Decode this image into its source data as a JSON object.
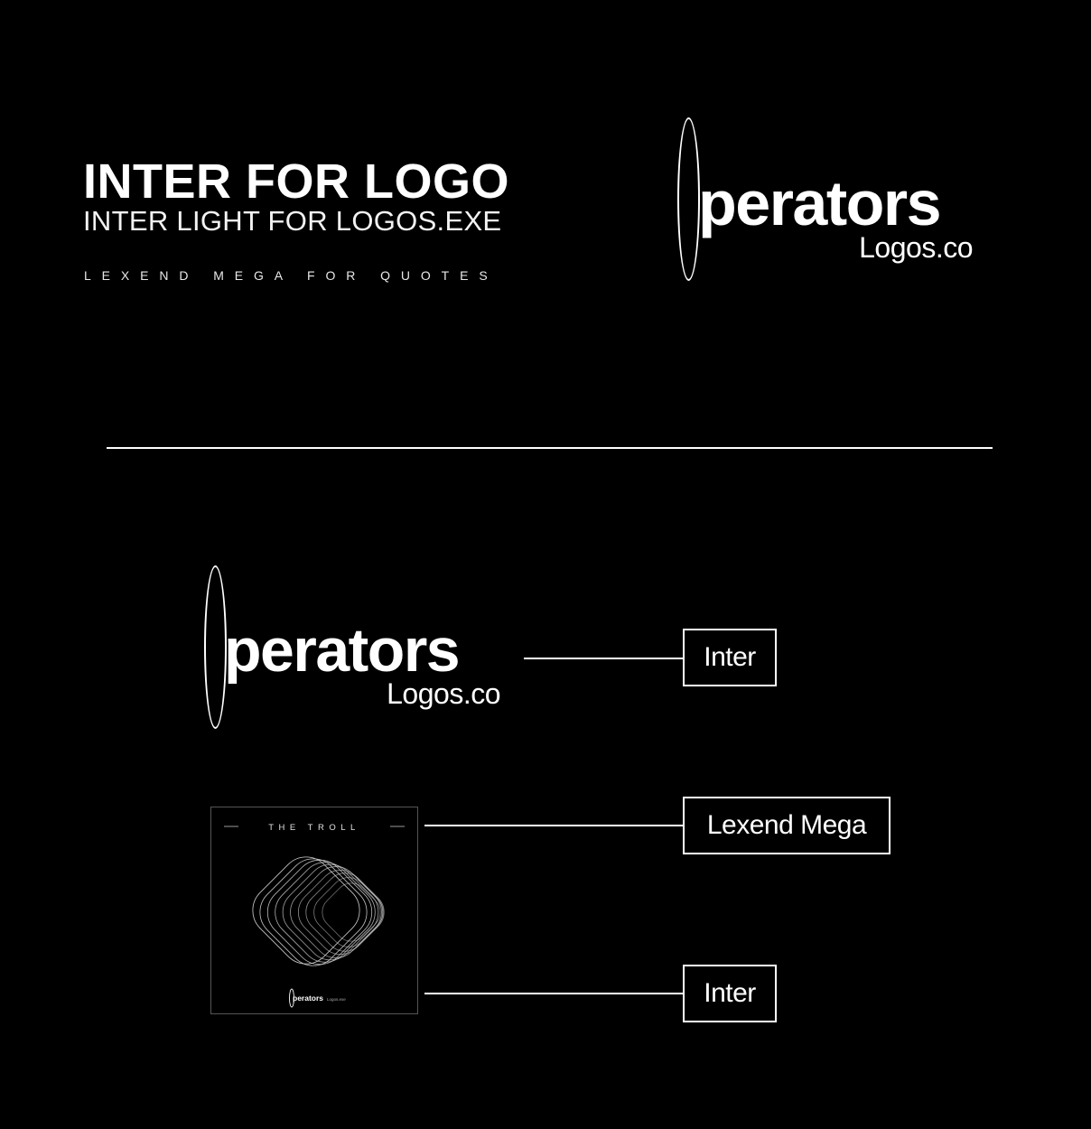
{
  "typography": {
    "primary_heading": "INTER FOR LOGO",
    "secondary_heading": "INTER LIGHT FOR LOGOS.EXE",
    "quote_sample": "LEXEND MEGA FOR QUOTES"
  },
  "logo": {
    "name": "Operators",
    "name_visible": "perators",
    "domain": "Logos.co"
  },
  "cover_art": {
    "title": "THE TROLL",
    "footer_brand": "Operators",
    "footer_brand_visible": "perators",
    "footer_domain": "Logos.exe"
  },
  "font_labels": {
    "logo_font": "Inter",
    "cover_title_font": "Lexend Mega",
    "cover_footer_font": "Inter"
  },
  "colors": {
    "background": "#000000",
    "foreground": "#ffffff"
  }
}
